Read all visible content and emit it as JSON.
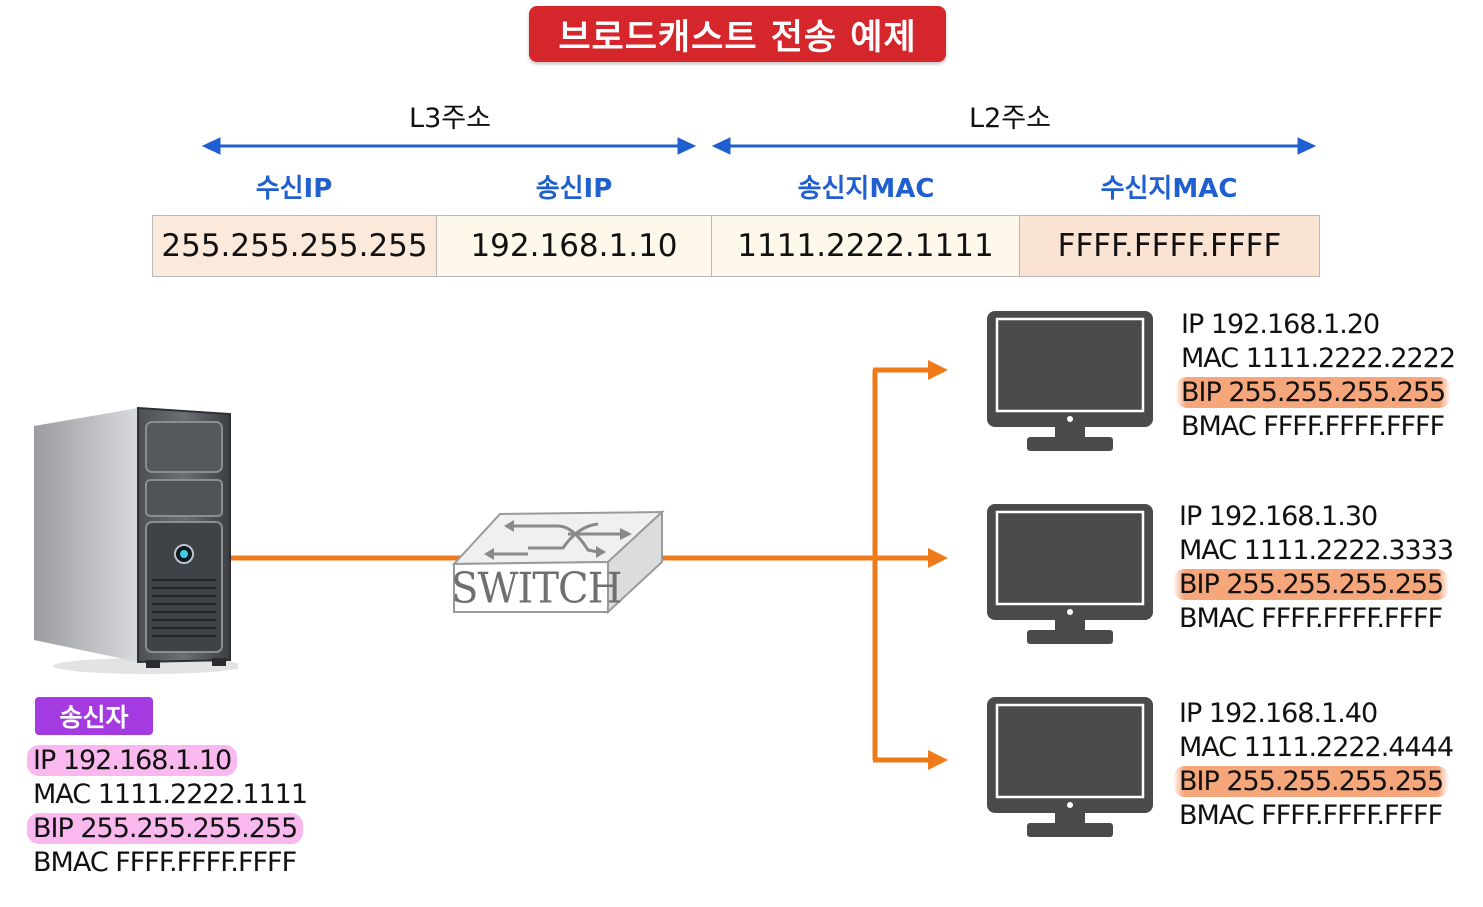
{
  "title": "브로드캐스트 전송 예제",
  "ranges": {
    "l3": "L3주소",
    "l2": "L2주소"
  },
  "fields": [
    {
      "label": "수신IP",
      "value": "255.255.255.255",
      "bg": "#fbe9dc"
    },
    {
      "label": "송신IP",
      "value": "192.168.1.10",
      "bg": "#fef8ea"
    },
    {
      "label": "송신지MAC",
      "value": "1111.2222.1111",
      "bg": "#fef8ea"
    },
    {
      "label": "수신지MAC",
      "value": "FFFF.FFFF.FFFF",
      "bg": "#fbe3d3"
    }
  ],
  "switch_label": "SWITCH",
  "sender": {
    "badge": "송신자",
    "ip": "IP 192.168.1.10",
    "mac": "MAC 1111.2222.1111",
    "bip": "BIP 255.255.255.255",
    "bmac": "BMAC FFFF.FFFF.FFFF"
  },
  "receivers": [
    {
      "ip": "IP 192.168.1.20",
      "mac": "MAC 1111.2222.2222",
      "bip": "BIP 255.255.255.255",
      "bmac": "BMAC FFFF.FFFF.FFFF"
    },
    {
      "ip": "IP 192.168.1.30",
      "mac": "MAC 1111.2222.3333",
      "bip": "BIP 255.255.255.255",
      "bmac": "BMAC FFFF.FFFF.FFFF"
    },
    {
      "ip": "IP 192.168.1.40",
      "mac": "MAC 1111.2222.4444",
      "bip": "BIP 255.255.255.255",
      "bmac": "BMAC FFFF.FFFF.FFFF"
    }
  ],
  "colors": {
    "title_bg": "#d5262b",
    "arrow_blue": "#1f5fcf",
    "link_orange": "#ef7a1a",
    "highlight_orange": "#f4a071",
    "highlight_pink": "#f69ae7",
    "sender_badge": "#a43be0",
    "monitor": "#4a4a4a"
  }
}
